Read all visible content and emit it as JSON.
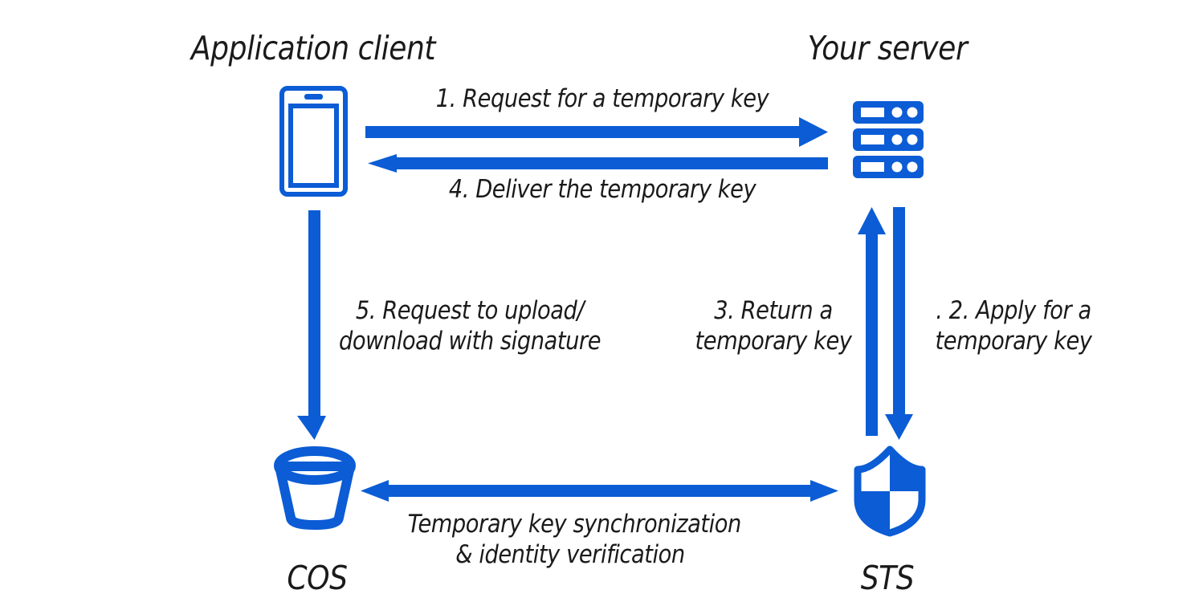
{
  "diagram": {
    "accent_color": "#0B5CD5",
    "text_color": "#1a1a1a",
    "background": "#ffffff",
    "nodes": {
      "client": {
        "title": "Application client",
        "icon": "mobile-phone-icon"
      },
      "server": {
        "title": "Your server",
        "icon": "server-rack-icon"
      },
      "cos": {
        "caption": "COS",
        "icon": "bucket-icon"
      },
      "sts": {
        "caption": "STS",
        "icon": "shield-icon"
      }
    },
    "edges": {
      "step1": {
        "label": "1. Request for a temporary key",
        "from": "client",
        "to": "server",
        "direction": "right"
      },
      "step2": {
        "label": ". 2. Apply for a\ntemporary key",
        "from": "server",
        "to": "sts",
        "direction": "down"
      },
      "step3": {
        "label": "3. Return a\ntemporary key",
        "from": "sts",
        "to": "server",
        "direction": "up"
      },
      "step4": {
        "label": "4. Deliver the temporary key",
        "from": "server",
        "to": "client",
        "direction": "left"
      },
      "step5": {
        "label": "5. Request to upload/\ndownload with signature",
        "from": "client",
        "to": "cos",
        "direction": "down"
      },
      "sync": {
        "label": "Temporary key synchronization\n& identity verification",
        "from": "cos",
        "to": "sts",
        "direction": "both"
      }
    }
  }
}
